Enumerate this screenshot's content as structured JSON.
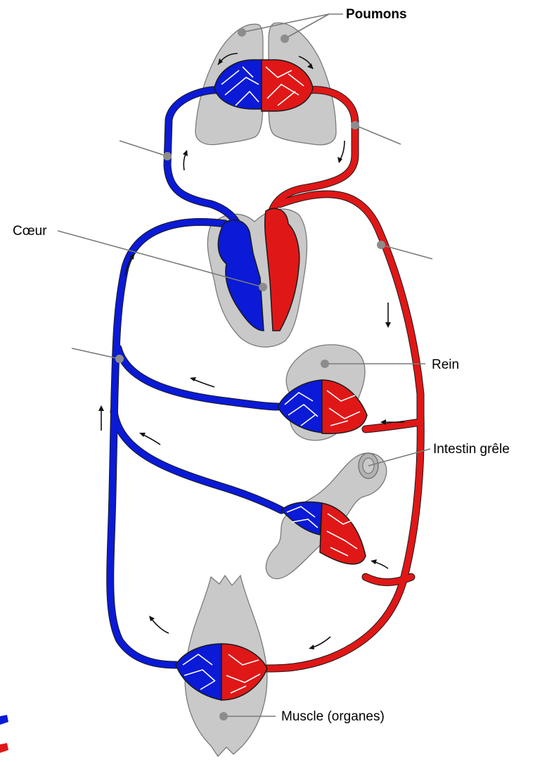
{
  "labels": {
    "lungs": "Poumons",
    "heart": "Cœur",
    "kidney": "Rein",
    "intestine": "Intestin grêle",
    "muscle": "Muscle (organes)"
  },
  "colors": {
    "oxygenated_blood": "#e01717",
    "deoxygenated_blood": "#0a1ad6",
    "organ": "#c9c9c9",
    "leader_line": "#7a7a7a"
  }
}
